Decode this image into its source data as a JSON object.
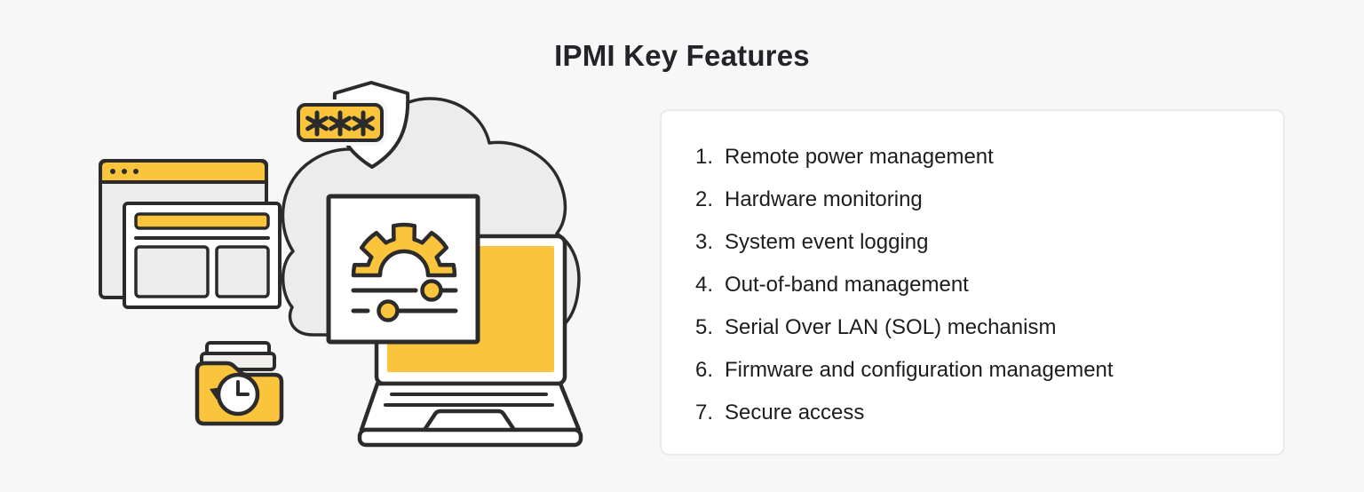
{
  "title": "IPMI Key Features",
  "features": {
    "items": [
      {
        "num": "1.",
        "label": "Remote power management"
      },
      {
        "num": "2.",
        "label": "Hardware monitoring"
      },
      {
        "num": "3.",
        "label": "System event logging"
      },
      {
        "num": "4.",
        "label": "Out-of-band management"
      },
      {
        "num": "5.",
        "label": "Serial Over LAN (SOL) mechanism"
      },
      {
        "num": "6.",
        "label": "Firmware and configuration management"
      },
      {
        "num": "7.",
        "label": "Secure access"
      }
    ]
  },
  "illustration": {
    "password_text": "***",
    "icons": [
      "cloud-icon",
      "shield-icon",
      "password-field-icon",
      "browser-window-back-icon",
      "browser-window-front-icon",
      "laptop-icon",
      "settings-panel-icon",
      "gear-icon",
      "sliders-icon",
      "backup-folder-icon",
      "clock-history-icon"
    ]
  },
  "colors": {
    "accent_yellow": "#FAC43C",
    "outline_dark": "#2B2B2B",
    "cloud_gray": "#ECECEC",
    "panel_gray": "#F0EFEC",
    "background": "#F7F7F7",
    "card_background": "#FFFFFF",
    "card_border": "#EAEAEA",
    "text_primary": "#1D1C20"
  }
}
